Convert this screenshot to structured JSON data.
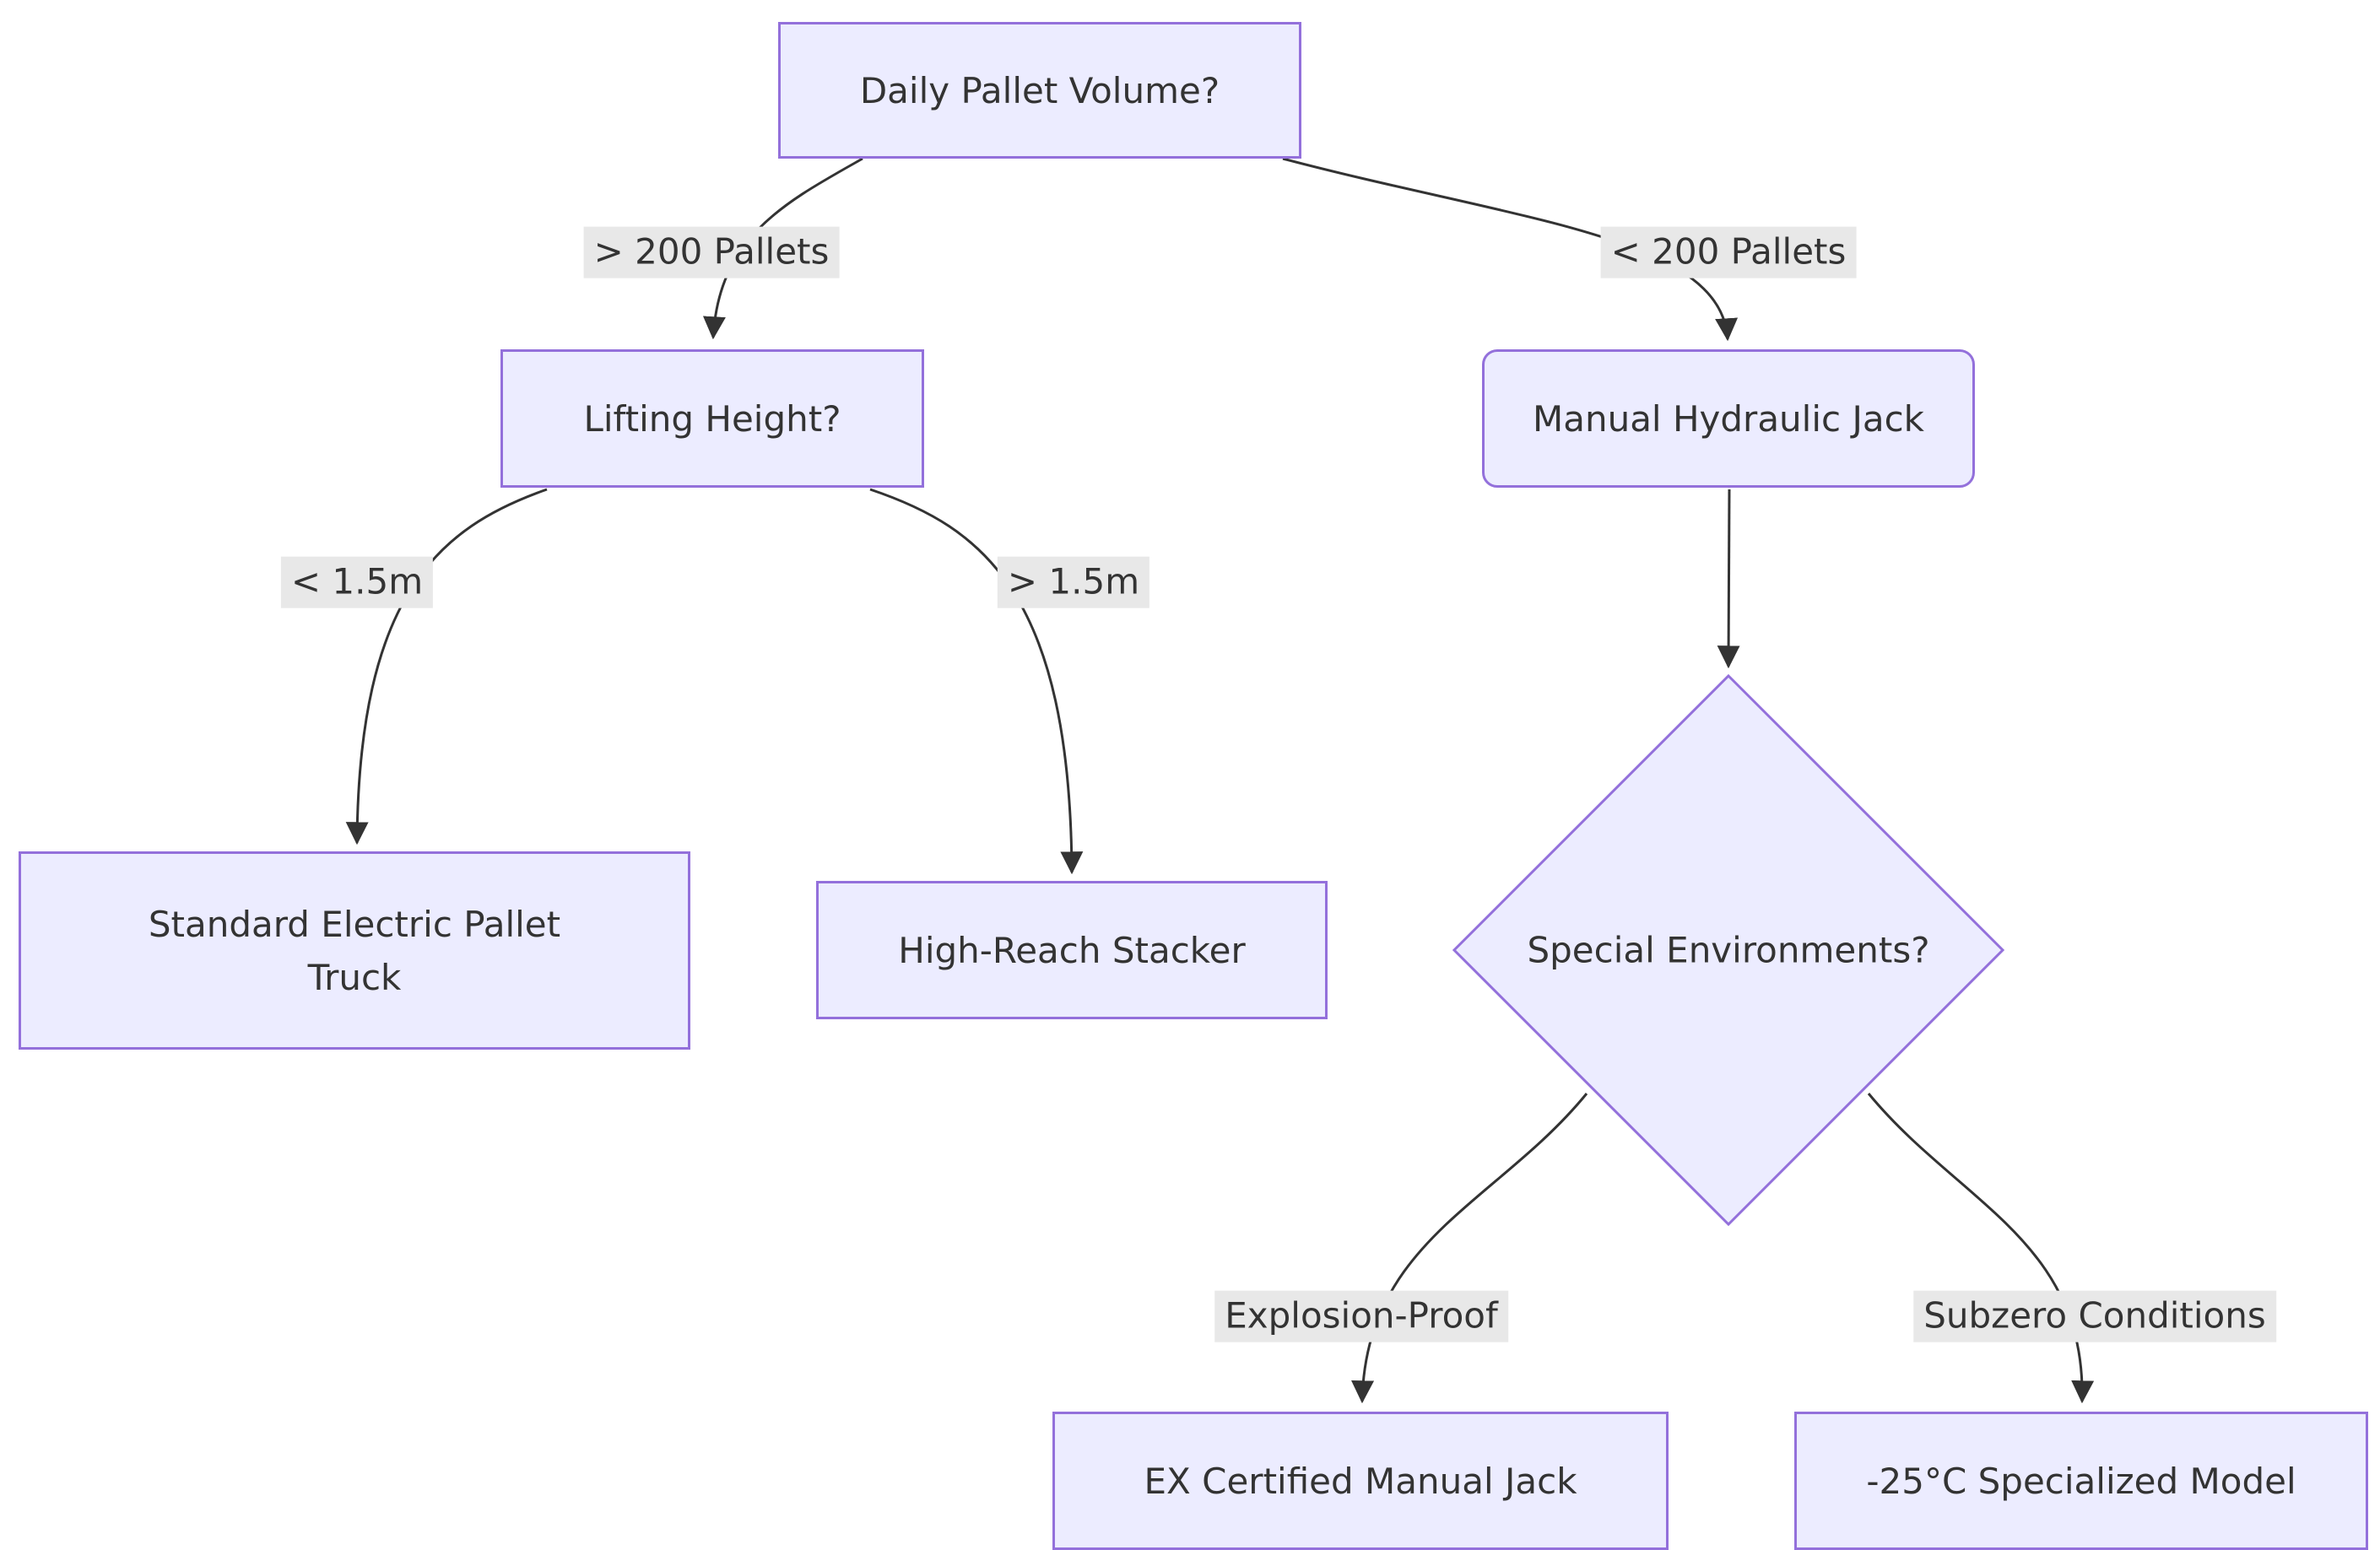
{
  "diagram": {
    "type": "flowchart",
    "direction": "top-down"
  },
  "nodes": {
    "root": {
      "label": "Daily Pallet Volume?",
      "shape": "rectangle"
    },
    "lifting": {
      "label": "Lifting Height?",
      "shape": "rectangle"
    },
    "manual": {
      "label": "Manual Hydraulic Jack",
      "shape": "rounded-rectangle"
    },
    "standard": {
      "label": "Standard Electric Pallet Truck",
      "shape": "rectangle"
    },
    "highreach": {
      "label": "High-Reach Stacker",
      "shape": "rectangle"
    },
    "special": {
      "label": "Special Environments?",
      "shape": "diamond"
    },
    "ex": {
      "label": "EX Certified Manual Jack",
      "shape": "rectangle"
    },
    "subzero": {
      "label": "-25°C Specialized Model",
      "shape": "rectangle"
    }
  },
  "edges": [
    {
      "from": "Daily Pallet Volume?",
      "to": "Lifting Height?",
      "label": "> 200 Pallets"
    },
    {
      "from": "Daily Pallet Volume?",
      "to": "Manual Hydraulic Jack",
      "label": "< 200 Pallets"
    },
    {
      "from": "Lifting Height?",
      "to": "Standard Electric Pallet Truck",
      "label": "< 1.5m"
    },
    {
      "from": "Lifting Height?",
      "to": "High-Reach Stacker",
      "label": "> 1.5m"
    },
    {
      "from": "Manual Hydraulic Jack",
      "to": "Special Environments?",
      "label": ""
    },
    {
      "from": "Special Environments?",
      "to": "EX Certified Manual Jack",
      "label": "Explosion-Proof"
    },
    {
      "from": "Special Environments?",
      "to": "-25°C Specialized Model",
      "label": "Subzero Conditions"
    }
  ],
  "colors": {
    "node_fill": "#ECECFF",
    "node_border": "#9370DB",
    "edge_line": "#333333",
    "edge_label_bg": "#e8e8e8",
    "text": "#333333",
    "background": "#ffffff"
  }
}
